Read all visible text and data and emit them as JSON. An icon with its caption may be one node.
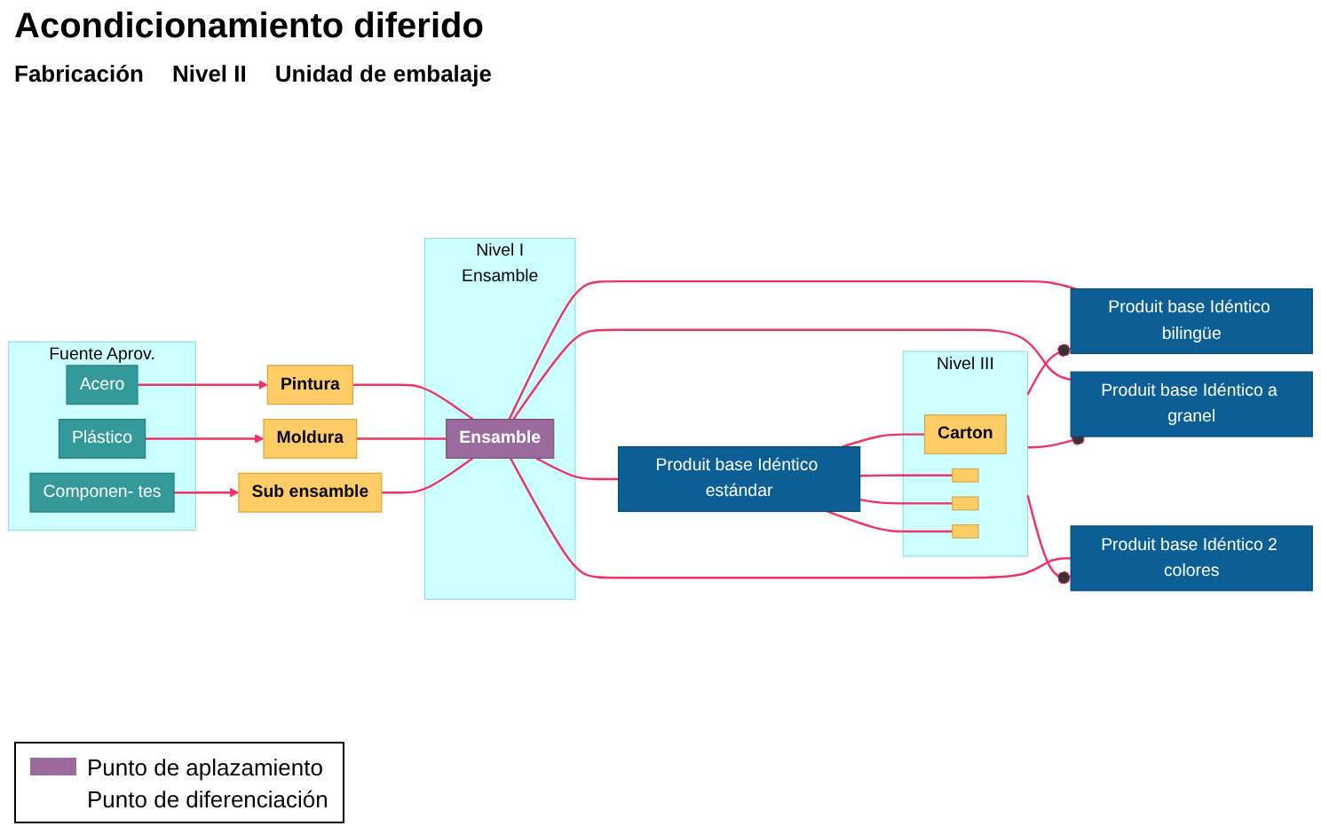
{
  "diagram": {
    "title": "Acondicionamiento diferido",
    "nodes": [
      {
        "text": [
          "Fuente Aprov."
        ]
      },
      {
        "text": [
          "Acero"
        ],
        "in": 0
      },
      {
        "text": [
          "Plástico"
        ],
        "in": 0
      },
      {
        "text": [
          "Componen- tes"
        ],
        "in": 0
      },
      {
        "text": [
          "Pintura"
        ]
      },
      {
        "text": [
          "Moldura"
        ]
      },
      {
        "text": [
          "Sub ensamble"
        ]
      },
      {
        "text": [
          "Nivel I",
          "Ensamble"
        ]
      },
      {
        "text": [
          "Ensamble"
        ],
        "in": 7
      },
      {
        "text": [
          "Produit base Idéntico estándar"
        ]
      },
      {
        "text": [
          "Produit base Idéntico bilingüe"
        ]
      },
      {
        "text": [
          "Produit base Idéntico a granel"
        ]
      },
      {
        "text": [
          "Produit base Idéntico 2 colores"
        ]
      },
      {
        "text": [
          "Nivel III"
        ]
      },
      {
        "text": [
          "Carton"
        ],
        "in": 13
      },
      {
        "text": [],
        "shape": "box",
        "in": 13
      },
      {
        "text": [],
        "shape": "box",
        "in": 13
      },
      {
        "text": [],
        "shape": "box",
        "in": 13
      }
    ],
    "edges": [
      {
        "from": 1,
        "to": 4,
        "arrow": "to"
      },
      {
        "from": 2,
        "to": 5,
        "arrow": "to"
      },
      {
        "from": 3,
        "to": 6,
        "arrow": "to"
      },
      {
        "from": 4,
        "to": 8,
        "arrow": "none"
      },
      {
        "from": 5,
        "to": 8,
        "arrow": "none"
      },
      {
        "from": 6,
        "to": 8,
        "arrow": "none"
      },
      {
        "from": 8,
        "to": 9,
        "arrow": "none"
      },
      {
        "from": 8,
        "to": 10,
        "arrow": "none"
      },
      {
        "from": 8,
        "to": 11,
        "arrow": "none"
      },
      {
        "from": 8,
        "to": 12,
        "arrow": "none"
      },
      {
        "from": 9,
        "to": 14,
        "arrow": "none"
      },
      {
        "from": 9,
        "to": 15,
        "arrow": "none"
      },
      {
        "from": 9,
        "to": 16,
        "arrow": "none"
      },
      {
        "from": 9,
        "to": 17,
        "arrow": "none"
      },
      {
        "from": 13,
        "to": 10,
        "arrow": "other"
      },
      {
        "from": 13,
        "to": 11,
        "arrow": "other"
      },
      {
        "from": 13,
        "to": 12,
        "arrow": "other"
      }
    ],
    "labels": [
      "Fabricación",
      "Nivel II",
      "Unidad de embalaje"
    ],
    "legend": [
      {
        "text": "Punto de aplazamiento",
        "color": "#9b6b9e"
      },
      {
        "text": "Punto de diferenciación"
      }
    ]
  }
}
